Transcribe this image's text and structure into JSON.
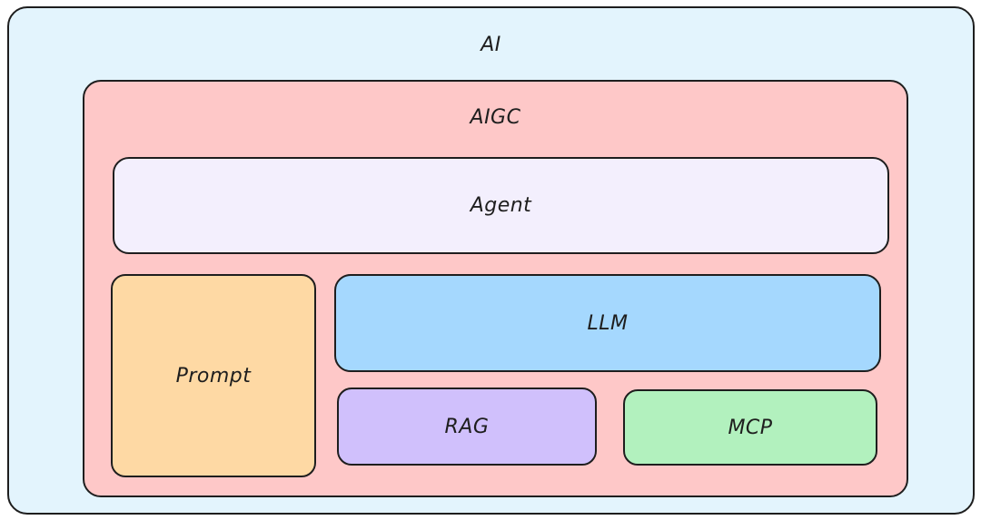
{
  "colors": {
    "stroke": "#1e1e1e",
    "ai_fill": "#e3f4fd",
    "aigc_fill": "#fec8c8",
    "agent_fill": "#f3effd",
    "prompt_fill": "#fed9a4",
    "llm_fill": "#a5d8fe",
    "rag_fill": "#d0c0fc",
    "mcp_fill": "#b2f1be"
  },
  "diagram": {
    "ai": {
      "label": "AI"
    },
    "aigc": {
      "label": "AIGC"
    },
    "agent": {
      "label": "Agent"
    },
    "prompt": {
      "label": "Prompt"
    },
    "llm": {
      "label": "LLM"
    },
    "rag": {
      "label": "RAG"
    },
    "mcp": {
      "label": "MCP"
    }
  }
}
